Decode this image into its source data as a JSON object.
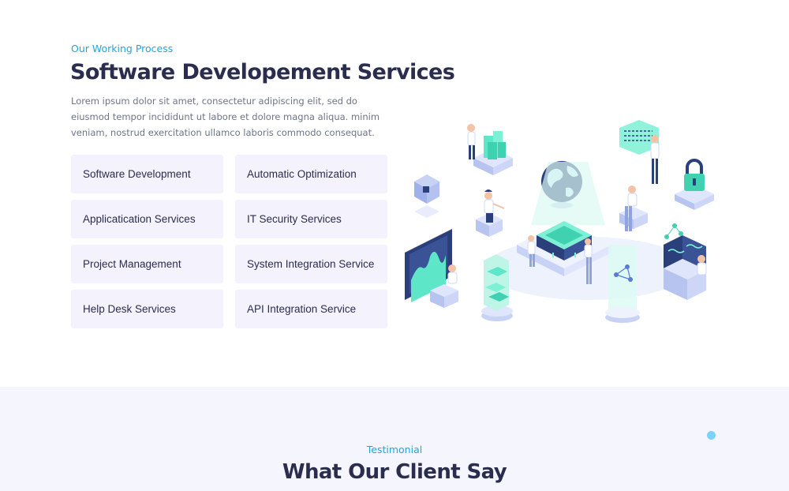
{
  "services": {
    "eyebrow": "Our Working Process",
    "title": "Software Developement Services",
    "description": "Lorem ipsum dolor sit amet, consectetur adipiscing elit, sed do eiusmod tempor incididunt ut labore et dolore magna aliqua. minim veniam, nostrud exercitation ullamco laboris commodo consequat.",
    "items": [
      {
        "label": "Software Development"
      },
      {
        "label": "Automatic Optimization"
      },
      {
        "label": "Applicatication Services"
      },
      {
        "label": "IT Security Services"
      },
      {
        "label": "Project Management"
      },
      {
        "label": "System Integration Service"
      },
      {
        "label": "Help Desk Services"
      },
      {
        "label": "API Integration Service"
      }
    ]
  },
  "testimonial": {
    "eyebrow": "Testimonial",
    "title": "What Our Client Say"
  },
  "colors": {
    "accent": "#1ea7d8",
    "heading": "#2b2d4e",
    "card_bg": "#f3f2fd",
    "section_bg": "#f5f6fd",
    "illustration_teal": "#5ee6c8",
    "illustration_navy": "#2b3f7a"
  },
  "icons": [
    "isometric-tech-illustration",
    "decorative-dot"
  ]
}
